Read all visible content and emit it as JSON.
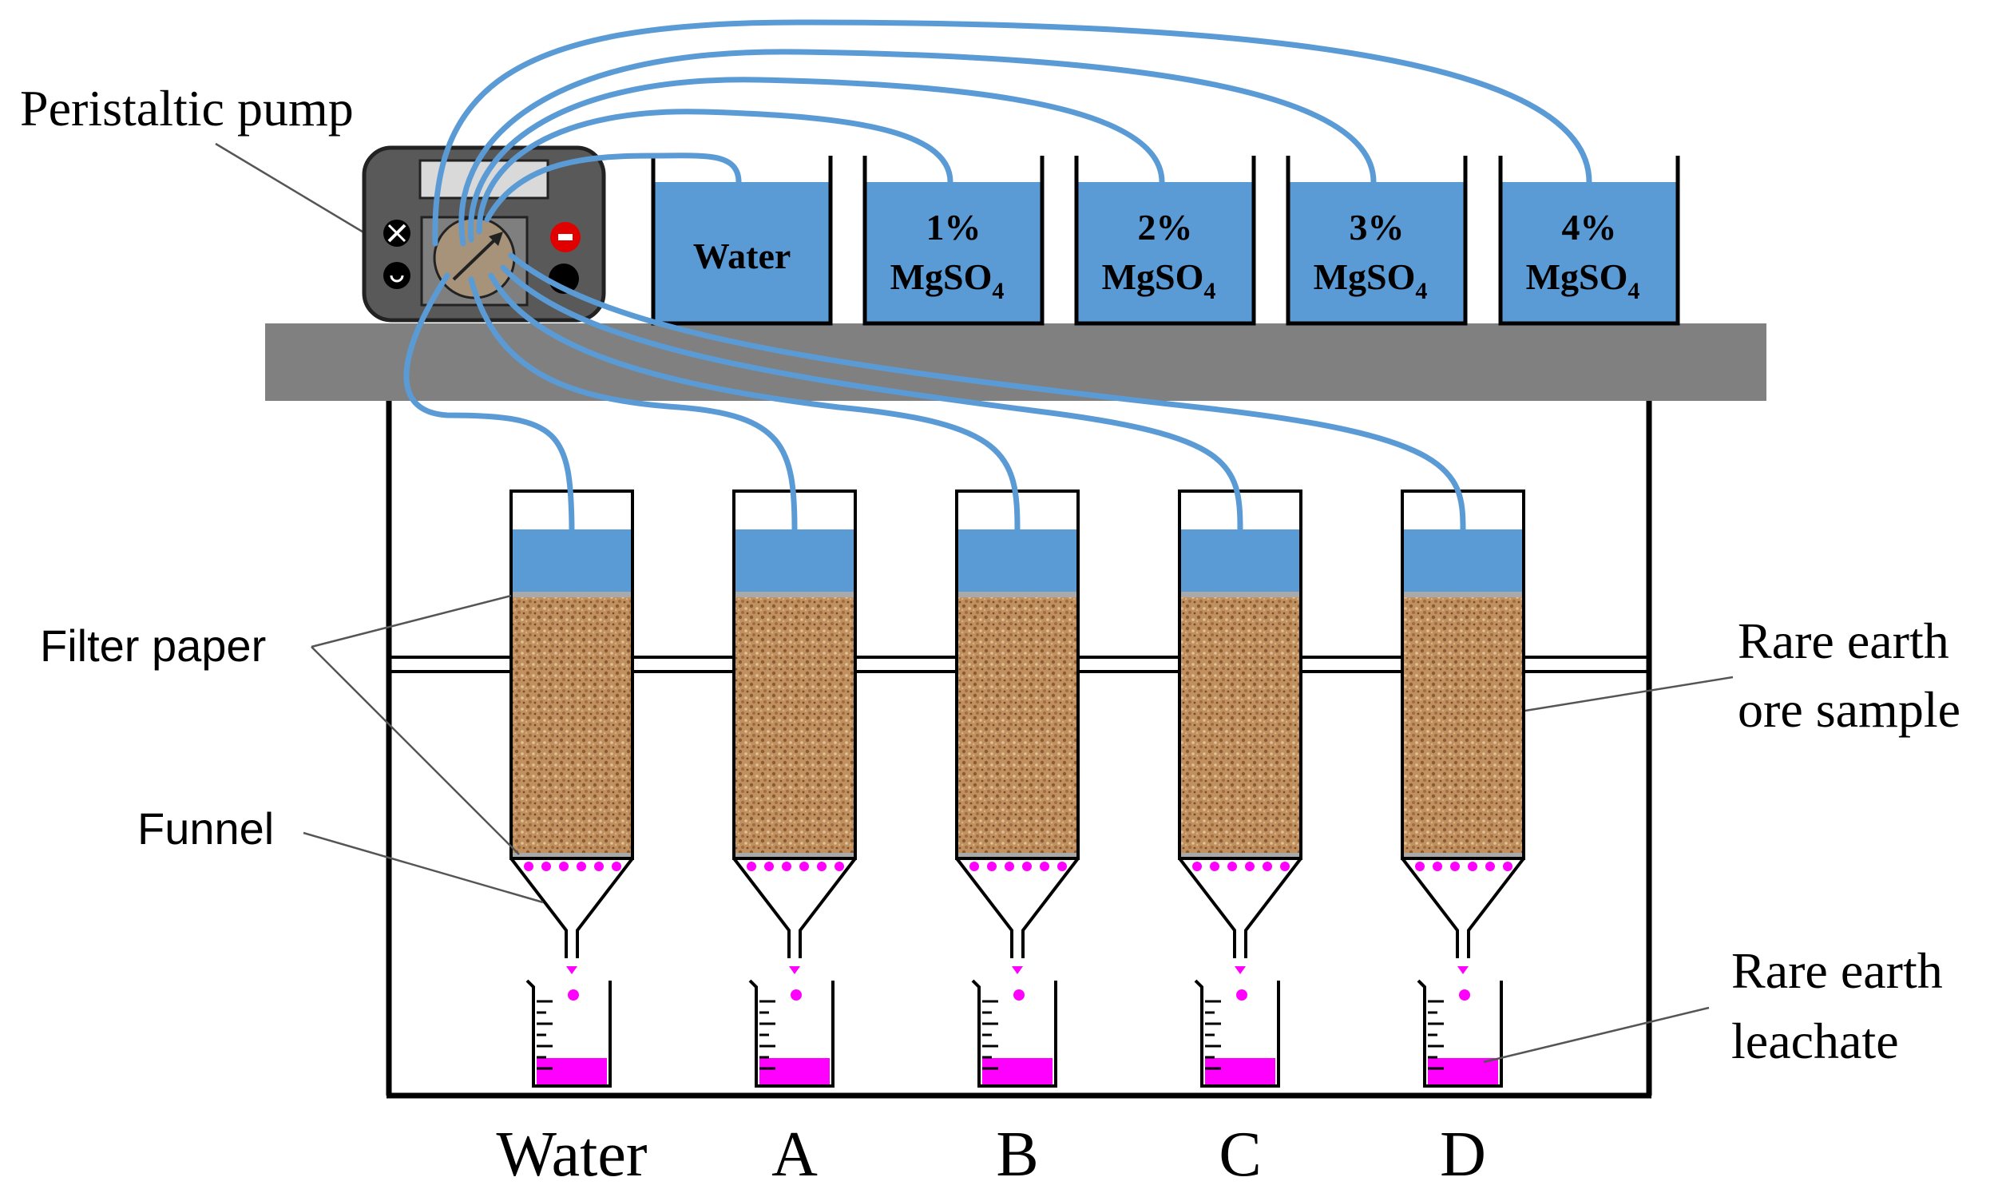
{
  "labels": {
    "pump": "Peristaltic pump",
    "filter_paper": "Filter paper",
    "funnel": "Funnel",
    "ore_sample_line1": "Rare earth",
    "ore_sample_line2": "ore sample",
    "leachate_line1": "Rare earth",
    "leachate_line2": "leachate"
  },
  "tanks": [
    {
      "line1": "Water",
      "line2": ""
    },
    {
      "line1": "1%",
      "line2": "MgSO",
      "sub": "4"
    },
    {
      "line1": "2%",
      "line2": "MgSO",
      "sub": "4"
    },
    {
      "line1": "3%",
      "line2": "MgSO",
      "sub": "4"
    },
    {
      "line1": "4%",
      "line2": "MgSO",
      "sub": "4"
    }
  ],
  "columns": [
    "Water",
    "A",
    "B",
    "C",
    "D"
  ],
  "colors": {
    "water": "#5b9bd5",
    "tube": "#5b9bd5",
    "shelf": "#808080",
    "ore": "#b8865a",
    "leachate": "#ff00ff",
    "pump_body": "#595959",
    "pump_head": "#a6937a"
  }
}
